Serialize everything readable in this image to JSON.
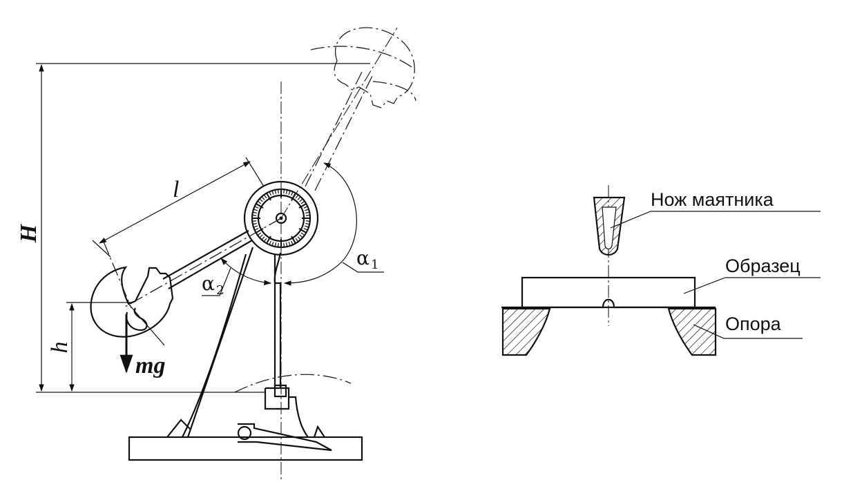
{
  "pendulum_diagram": {
    "height_label": "H",
    "drop_height_label": "h",
    "arm_length_label": "l",
    "gravity_label": "mg",
    "angle1": {
      "symbol": "α",
      "subscript": "1"
    },
    "angle2": {
      "symbol": "α",
      "subscript": "2"
    }
  },
  "detail_diagram": {
    "knife_label": "Нож маятника",
    "specimen_label": "Образец",
    "support_label": "Опора"
  }
}
